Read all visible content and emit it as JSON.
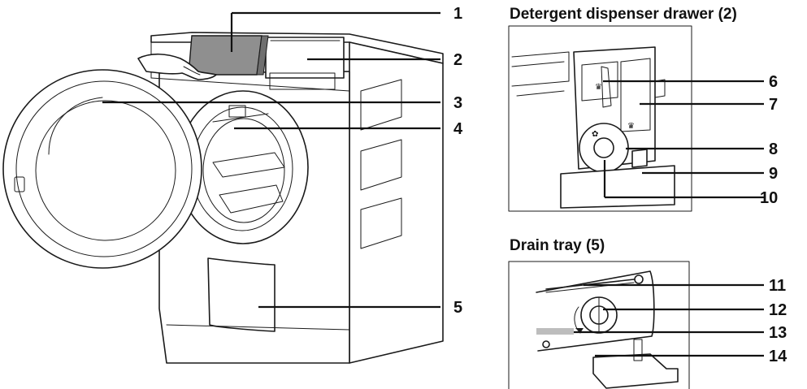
{
  "panels": {
    "detergent_title": "Detergent dispenser drawer (2)",
    "drain_title": "Drain tray (5)"
  },
  "callouts": [
    "1",
    "2",
    "3",
    "4",
    "5",
    "6",
    "7",
    "8",
    "9",
    "10",
    "11",
    "12",
    "13",
    "14"
  ]
}
